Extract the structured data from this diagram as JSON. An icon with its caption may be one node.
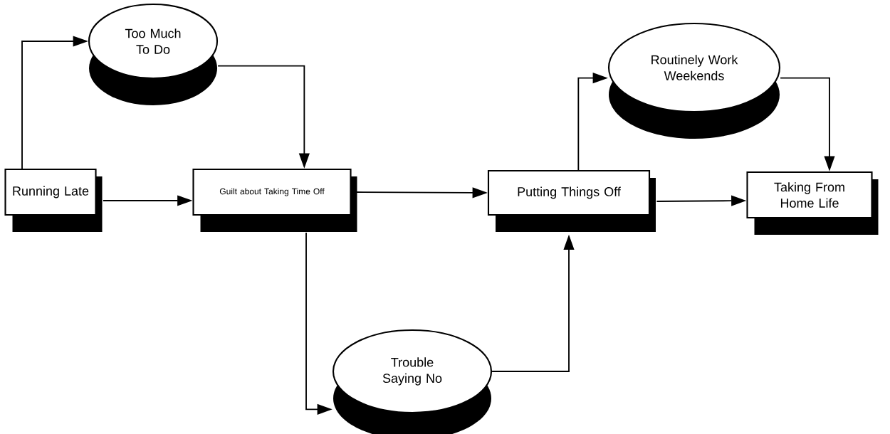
{
  "diagram": {
    "nodes": [
      {
        "text": [
          "Running Late"
        ]
      },
      {
        "text": [
          "Too Much To Do"
        ]
      },
      {
        "text": [
          "Guilt about Taking Time Off"
        ]
      },
      {
        "text": [
          "Putting Things Off"
        ]
      },
      {
        "text": [
          "Routinely Work Weekends"
        ]
      },
      {
        "text": [
          "Taking From Home Life"
        ]
      },
      {
        "text": [
          "Trouble Saying No"
        ]
      }
    ],
    "edges": [
      {
        "from": 0,
        "to": 1,
        "arrow": "to"
      },
      {
        "from": 1,
        "to": 2,
        "arrow": "to"
      },
      {
        "from": 0,
        "to": 2,
        "arrow": "to"
      },
      {
        "from": 2,
        "to": 3,
        "arrow": "to"
      },
      {
        "from": 2,
        "to": 6,
        "arrow": "to"
      },
      {
        "from": 6,
        "to": 3,
        "arrow": "to"
      },
      {
        "from": 3,
        "to": 4,
        "arrow": "to"
      },
      {
        "from": 4,
        "to": 5,
        "arrow": "to"
      },
      {
        "from": 3,
        "to": 5,
        "arrow": "to"
      }
    ]
  }
}
